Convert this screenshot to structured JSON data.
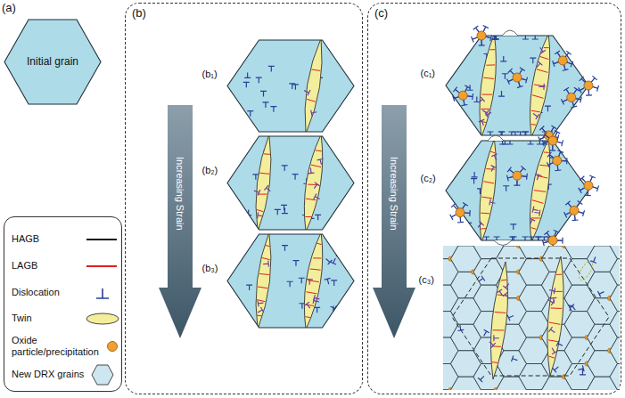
{
  "diagram": {
    "nodes": [
      {
        "text": [
          "(a)",
          "Initial grain"
        ]
      },
      {
        "text": [
          "(b)"
        ]
      },
      {
        "text": [
          "Increasing Strain"
        ],
        "in": 1
      },
      {
        "text": [
          "(b₁)"
        ],
        "in": 1
      },
      {
        "text": [
          "(b₂)"
        ],
        "in": 1
      },
      {
        "text": [
          "(b₃)"
        ],
        "in": 1
      },
      {
        "text": [
          "(c)"
        ]
      },
      {
        "text": [
          "Increasing Strain"
        ],
        "in": 6
      },
      {
        "text": [
          "(c₁)"
        ],
        "in": 6
      },
      {
        "text": [
          "(c₂)"
        ],
        "in": 6
      },
      {
        "text": [
          "(c₃)"
        ],
        "in": 6
      }
    ],
    "legend": [
      {
        "text": "HAGB"
      },
      {
        "text": "LAGB"
      },
      {
        "text": "Dislocation"
      },
      {
        "text": "Twin"
      },
      {
        "text": "Oxide particle/precipitation"
      },
      {
        "text": "New DRX grains"
      }
    ]
  }
}
